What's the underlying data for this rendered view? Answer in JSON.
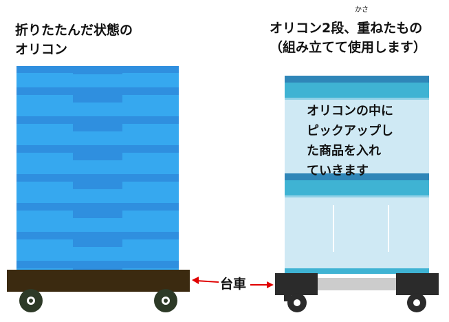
{
  "left_title": [
    "折りたたんだ状態の",
    "オリコン"
  ],
  "right_title": {
    "line1": "オリコン2段、重ねたもの",
    "line2": "（組み立てて使用します）",
    "ruby_text": "かさ"
  },
  "inner_text": [
    "オリコンの中に",
    "ピックアップし",
    "た商品を入れ",
    "ていきます"
  ],
  "cart_label": "台車",
  "colors": {
    "folded_crate_light": "#36a8ef",
    "folded_crate_band": "#2f8fdf",
    "crate_body": "#cfe9f4",
    "crate_rim": "#3fb3d3",
    "crate_rim_dark": "#2f86b8",
    "wooden_cart": "#3b2a10",
    "black_cart": "#2b2b2b",
    "cart_bar": "#cccccc",
    "wheel_green": "#2d3a27",
    "arrow_red": "#e00000"
  }
}
